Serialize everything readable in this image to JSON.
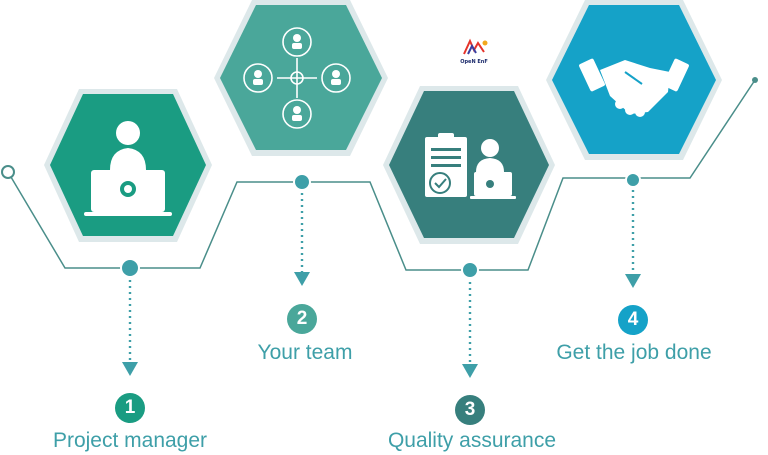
{
  "colors": {
    "pm": "#1a9c82",
    "team": "#4aa79a",
    "qa": "#377f7d",
    "done": "#15a2c8",
    "line": "#4a8e8a",
    "label": "#3e9fa8"
  },
  "logo": {
    "text": "OpeN EnF"
  },
  "steps": [
    {
      "number": "1",
      "label": "Project manager",
      "icon": "manager-laptop-icon"
    },
    {
      "number": "2",
      "label": "Your team",
      "icon": "team-network-icon"
    },
    {
      "number": "3",
      "label": "Quality assurance",
      "icon": "qa-checklist-icon"
    },
    {
      "number": "4",
      "label": "Get the job done",
      "icon": "handshake-icon"
    }
  ]
}
